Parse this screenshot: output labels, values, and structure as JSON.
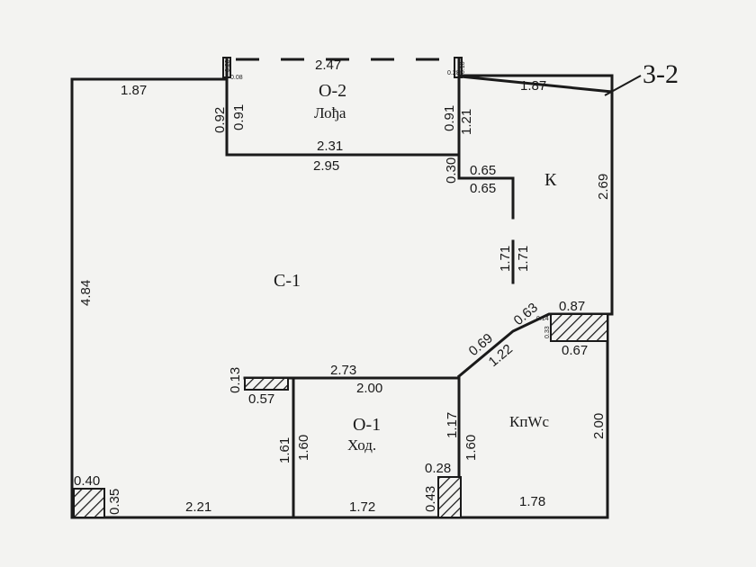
{
  "unit_label": "3-2",
  "rooms": {
    "c1": "С-1",
    "o2_code": "О-2",
    "o2_name": "Лођа",
    "k": "К",
    "o1_code": "О-1",
    "o1_name": "Ход.",
    "kpwc": "КпWc"
  },
  "dimensions": {
    "top_left_wall": "1.87",
    "loggia_top": "2.47",
    "loggia_corner_left": "0.28",
    "loggia_corner_left_b": "0.08",
    "loggia_corner_right": "0.28",
    "loggia_corner_right_b": "0.10",
    "top_right_wall": "1.87",
    "loggia_left_outer": "0.92",
    "loggia_left_inner": "0.91",
    "loggia_right_inner": "0.91",
    "loggia_right_outer": "1.21",
    "loggia_bottom_inner": "2.31",
    "loggia_bottom_outer": "2.95",
    "step_vertical": "0.30",
    "step_top": "0.65",
    "step_bottom": "0.65",
    "partition_left": "1.71",
    "partition_right": "1.71",
    "kitchen_right": "2.69",
    "left_wall": "4.84",
    "diag_upper_a": "0.63",
    "diag_upper_b": "0.87",
    "shaft_small_a": "0.14",
    "shaft_small_b": "0.33",
    "shaft_bottom": "0.67",
    "diag_lower_a": "0.69",
    "diag_lower_b": "1.22",
    "ledge_height": "0.13",
    "ledge_width": "0.57",
    "hall_top_outer": "2.73",
    "hall_top_inner": "2.00",
    "hall_right_a": "1.17",
    "hall_right_b": "1.60",
    "bath_right": "2.00",
    "hall_left_outer": "1.61",
    "hall_left_inner": "1.60",
    "column_top": "0.28",
    "column_side": "0.43",
    "corner_top": "0.40",
    "corner_side": "0.35",
    "bottom_left": "2.21",
    "bottom_mid": "1.72",
    "bottom_right": "1.78"
  }
}
